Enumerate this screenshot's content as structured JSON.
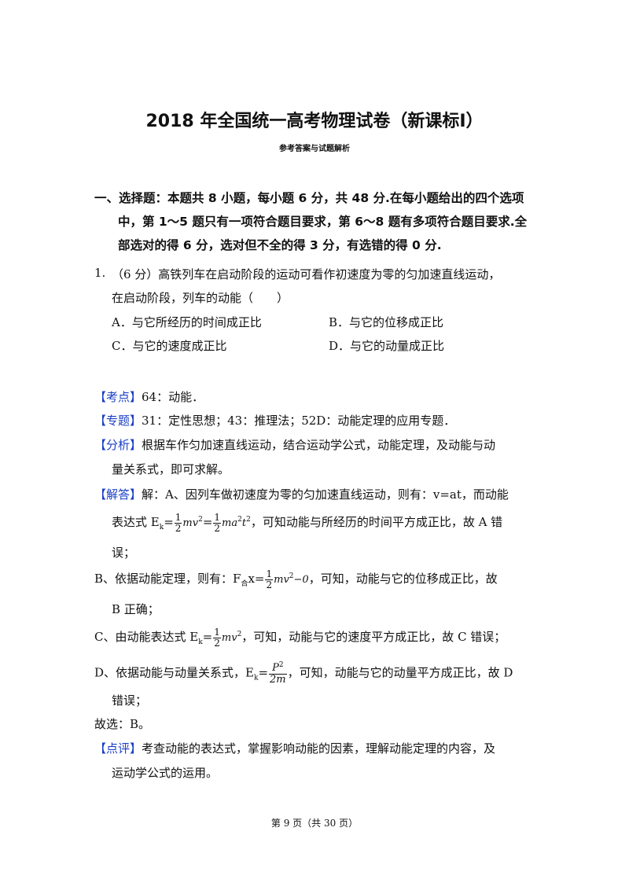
{
  "header": {
    "title": "2018 年全国统一高考物理试卷（新课标Ⅰ）",
    "subtitle": "参考答案与试题解析"
  },
  "section": {
    "line1": "一、选择题：本题共 8 小题，每小题 6 分，共 48 分.在每小题给出的四个选项",
    "line2": "中，第 1～5 题只有一项符合题目要求，第 6～8 题有多项符合题目要求.全",
    "line3": "部选对的得 6 分，选对但不全的得 3 分，有选错的得 0 分."
  },
  "question": {
    "number": "1.",
    "line1": "（6 分）高铁列车在启动阶段的运动可看作初速度为零的匀加速直线运动，",
    "line2": "在启动阶段，列车的动能（　　）",
    "options": [
      "A．与它所经历的时间成正比",
      "B．与它的位移成正比",
      "C．与它的速度成正比",
      "D．与它的动量成正比"
    ]
  },
  "analysis": {
    "kaodian_tag": "【考点】",
    "kaodian": "64：动能．",
    "zhuanti_tag": "【专题】",
    "zhuanti": "31：定性思想；43：推理法；52D：动能定理的应用专题．",
    "fenxi_tag": "【分析】",
    "fenxi_l1": "根据车作匀加速直线运动，结合运动学公式，动能定理，及动能与动",
    "fenxi_l2": "量关系式，即可求解。",
    "jieda_tag": "【解答】",
    "jieda_l1": "解：A、因列车做初速度为零的匀加速直线运动，则有：v=at，而动能",
    "jieda_l2_pre": "表达式 E",
    "jieda_l2_post": "，可知动能与所经历的时间平方成正比，故 A 错",
    "jieda_l3": "误；",
    "b_pre": "B、依据动能定理，则有：F",
    "b_sub": "合",
    "b_mid": "x=",
    "b_post": "，可知，动能与它的位移成正比，故",
    "b_l2": "B 正确；",
    "c_pre": "C、由动能表达式 E",
    "c_post": "，可知，动能与它的速度平方成正比，故 C 错误；",
    "d_pre": "D、依据动能与动量关系式，E",
    "d_post": "，可知，动能与它的动量平方成正比，故 D",
    "d_l2": "错误；",
    "answer": "故选：B。",
    "dianping_tag": "【点评】",
    "dianping_l1": "考查动能的表达式，掌握影响动能的因素，理解动能定理的内容，及",
    "dianping_l2": "运动学公式的运用。"
  },
  "math": {
    "k": "k",
    "eq": "=",
    "half_num": "1",
    "half_den": "2",
    "mv": "mv",
    "sq": "2",
    "ma": "ma",
    "t": "t",
    "minus0": "−0",
    "p": "P",
    "twom": "2m"
  },
  "footer": {
    "text": "第 9 页（共 30 页）"
  }
}
